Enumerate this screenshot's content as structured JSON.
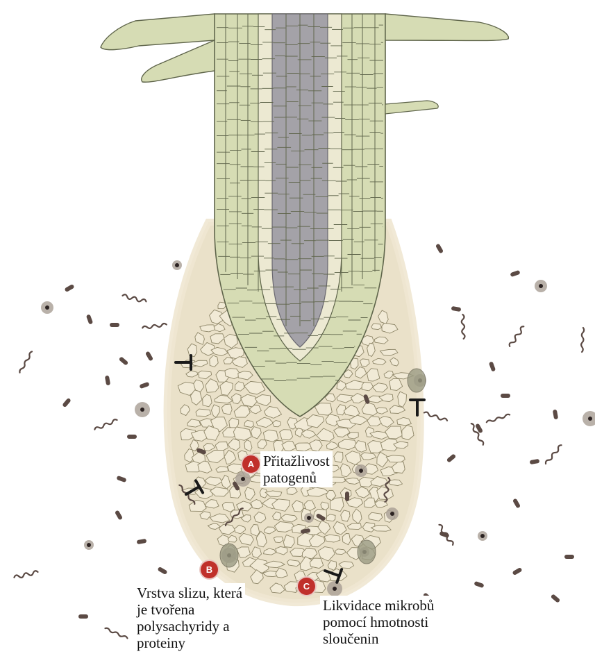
{
  "colors": {
    "background": "#ffffff",
    "mucilage": "#e6dcc0",
    "cortex_fill": "#d6dcb4",
    "cortex_stroke": "#5f654b",
    "endodermis_fill": "#ece9d2",
    "stele_fill": "#a4a2a8",
    "cap_cell_fill": "#f1ead6",
    "cap_cell_stroke": "#8e8668",
    "microbe": "#5b4a44",
    "inhibitor": "#1a1a1a",
    "marker": "#c0302b"
  },
  "markers": [
    {
      "id": "A",
      "text": "A",
      "icon": "circled-letter"
    },
    {
      "id": "B",
      "text": "B",
      "icon": "circled-letter"
    },
    {
      "id": "C",
      "text": "C",
      "icon": "circled-letter"
    }
  ],
  "labels": {
    "A": {
      "lines": [
        "Přitažlivost",
        "patogenů"
      ]
    },
    "B": {
      "lines": [
        "Vrstva slizu, která",
        "je tvořena",
        "polysachyridy a",
        "proteiny"
      ]
    },
    "C": {
      "lines": [
        "Likvidace mikrobů",
        "pomocí hmotnosti",
        "sloučenin"
      ]
    }
  },
  "icons": {
    "inhibitor": "inhibition-t-bar-icon",
    "bacterium_rod": "rod-bacterium-icon",
    "bacterium_spiral": "spiral-bacterium-icon",
    "spore": "spore-icon"
  }
}
